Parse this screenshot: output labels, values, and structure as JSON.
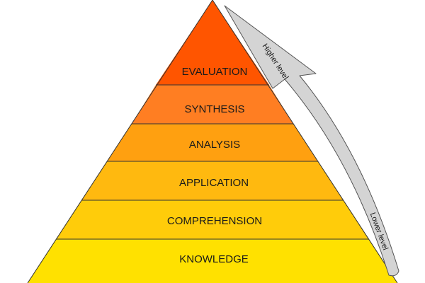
{
  "pyramid": {
    "levels": [
      {
        "label": "EVALUATION",
        "color": "#ff5500"
      },
      {
        "label": "SYNTHESIS",
        "color": "#ff7e22"
      },
      {
        "label": "ANALYSIS",
        "color": "#ffa010"
      },
      {
        "label": "APPLICATION",
        "color": "#ffb90f"
      },
      {
        "label": "COMPREHENSION",
        "color": "#ffcc0a"
      },
      {
        "label": "KNOWLEDGE",
        "color": "#ffe100"
      }
    ],
    "outline_color": "#333333"
  },
  "arrow": {
    "top_label": "Higher level",
    "bottom_label": "Lower level",
    "fill_color": "#d4d4d4",
    "stroke_color": "#555555"
  }
}
